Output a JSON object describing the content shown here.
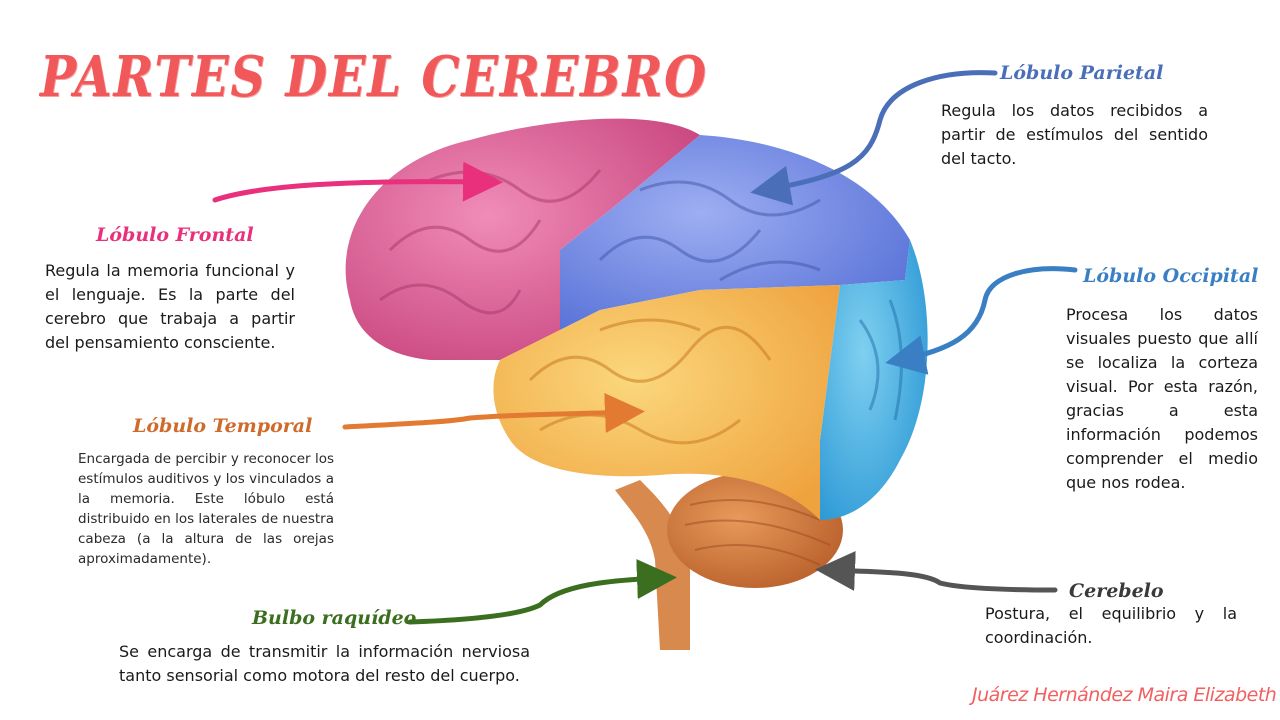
{
  "slide": {
    "title": "PARTES DEL CEREBRO",
    "author": "Juárez Hernández Maira Elizabeth"
  },
  "colors": {
    "title": "#f0585a",
    "frontal": "#e8307d",
    "parietal": "#4a6fb8",
    "occipital": "#3a7fc4",
    "temporal": "#e27a32",
    "bulbo": "#3b6e1e",
    "cerebelo": "#555555",
    "author": "#f25f5f"
  },
  "parts": {
    "frontal": {
      "label": "Lóbulo Frontal",
      "description": "Regula la memoria funcional y el lenguaje. Es la parte del cerebro que trabaja a partir del pensamiento consciente."
    },
    "parietal": {
      "label": "Lóbulo Parietal",
      "description": "Regula los datos recibidos a partir de estímulos del sentido del tacto."
    },
    "occipital": {
      "label": "Lóbulo Occipital",
      "description": "Procesa los datos visuales puesto que allí se localiza la corteza visual. Por esta razón, gracias a esta información podemos comprender el medio que nos rodea."
    },
    "temporal": {
      "label": "Lóbulo Temporal",
      "description": "Encargada de percibir y reconocer los estímulos auditivos y los vinculados a la memoria. Este lóbulo está distribuido en los laterales de nuestra cabeza (a la altura de las orejas aproximadamente)."
    },
    "bulbo": {
      "label": "Bulbo raquídeo",
      "description": "Se encarga de transmitir la información nerviosa tanto sensorial como motora del resto del cuerpo."
    },
    "cerebelo": {
      "label": "Cerebelo",
      "description": "Postura, el equilibrio y la coordinación."
    }
  }
}
